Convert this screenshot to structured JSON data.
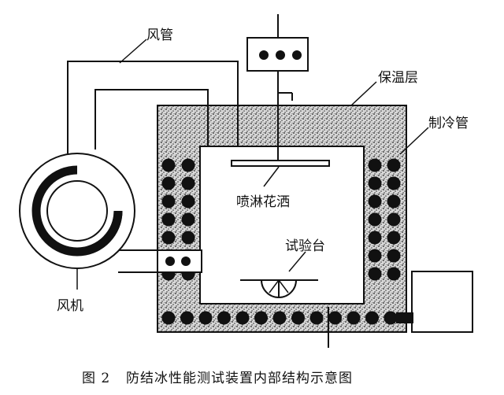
{
  "labels": {
    "air_duct": "风管",
    "insulation": "保温层",
    "cooling_pipe": "制冷管",
    "spray_nozzle": "喷淋花洒",
    "test_stage": "试验台",
    "fan": "风机"
  },
  "caption": {
    "number": "图 2",
    "text": "防结冰性能测试装置内部结构示意图"
  },
  "colors": {
    "ink": "#111111",
    "paper": "#ffffff",
    "speckle": "#2b2b2b"
  }
}
